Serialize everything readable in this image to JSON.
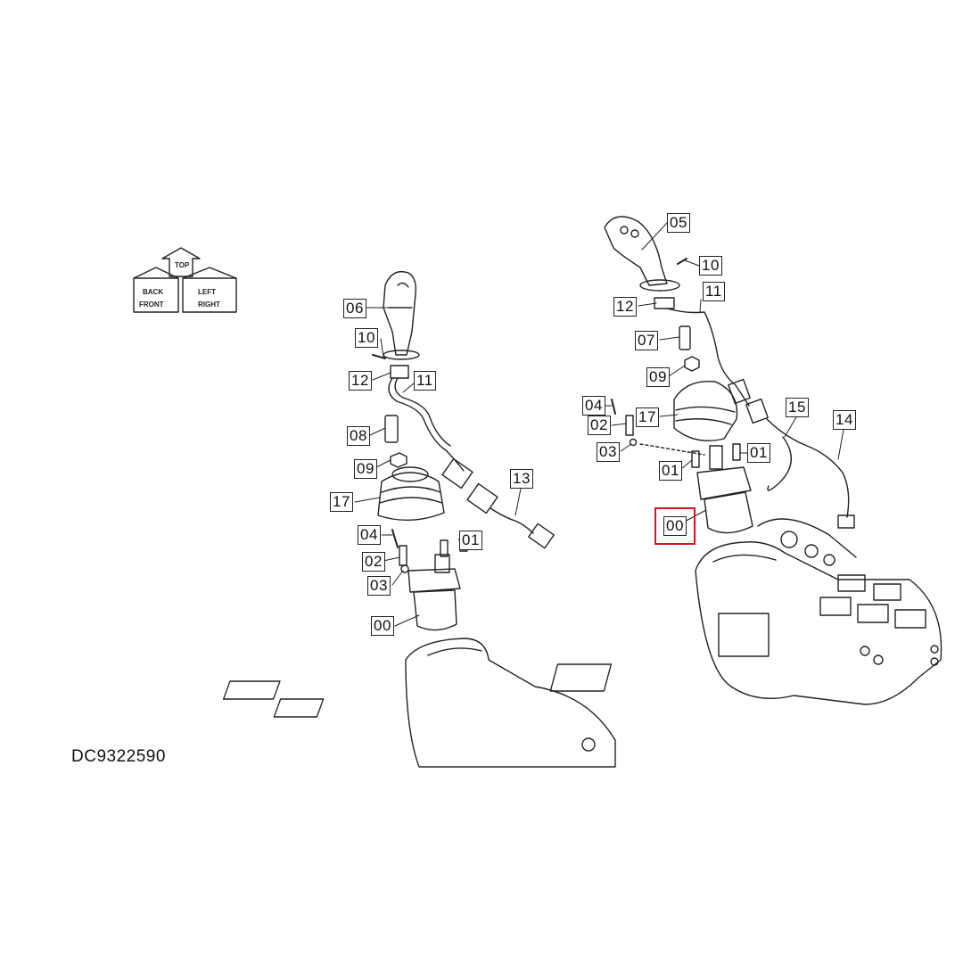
{
  "diagram": {
    "document_id": "DC9322590",
    "orientation_symbol": {
      "labels": [
        "BACK",
        "TOP",
        "LEFT",
        "FRONT",
        "RIGHT"
      ]
    },
    "left_assembly": {
      "callouts": [
        "06",
        "10",
        "12",
        "11",
        "08",
        "09",
        "17",
        "13",
        "04",
        "02",
        "01",
        "03",
        "00"
      ]
    },
    "right_assembly": {
      "callouts": [
        "05",
        "10",
        "11",
        "12",
        "07",
        "09",
        "04",
        "17",
        "02",
        "15",
        "14",
        "03",
        "01",
        "01",
        "00"
      ]
    },
    "selected_callout": "00",
    "highlight_color": "#d0151f",
    "line_color": "#222222"
  }
}
